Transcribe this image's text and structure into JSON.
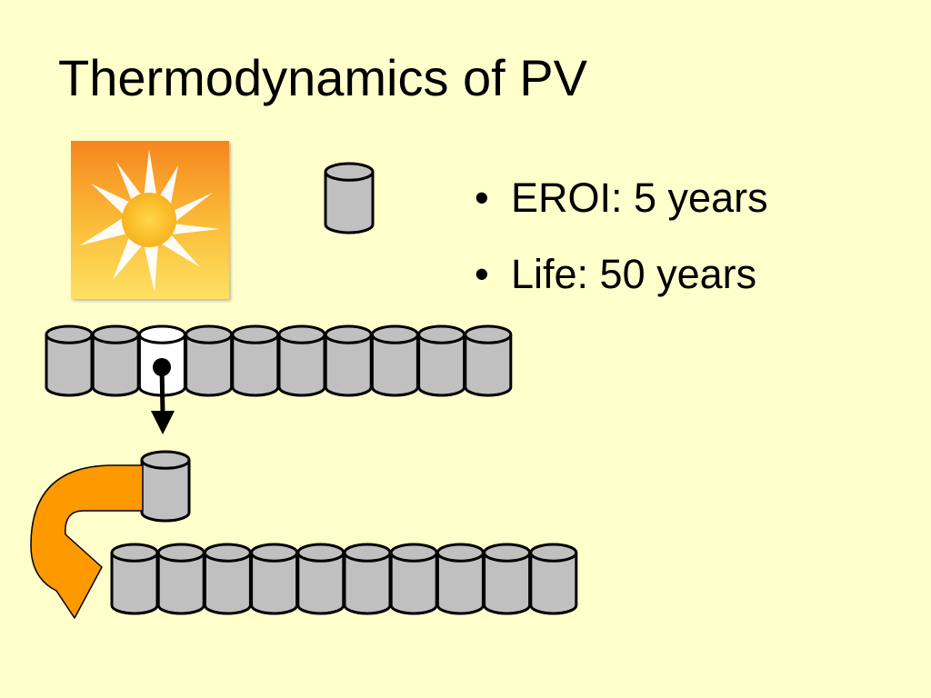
{
  "slide": {
    "title": "Thermodynamics of PV",
    "bullets": [
      "EROI: 5 years",
      "Life: 50 years"
    ]
  },
  "icons": {
    "sun": "sun-icon",
    "barrel": "barrel-icon",
    "arrow_down": "arrow-down-icon",
    "curved_arrow": "curved-arrow-icon"
  },
  "colors": {
    "background": "#ffffcc",
    "barrel_fill": "#c0c0c0",
    "barrel_empty_fill": "#ffffff",
    "arrow_orange": "#ff9900",
    "sun_orange": "#f6861f",
    "sun_yellow": "#ffd84a"
  },
  "diagram": {
    "upper_row_barrels": 10,
    "upper_row_empty_index": 2,
    "lower_row_barrels": 10
  }
}
